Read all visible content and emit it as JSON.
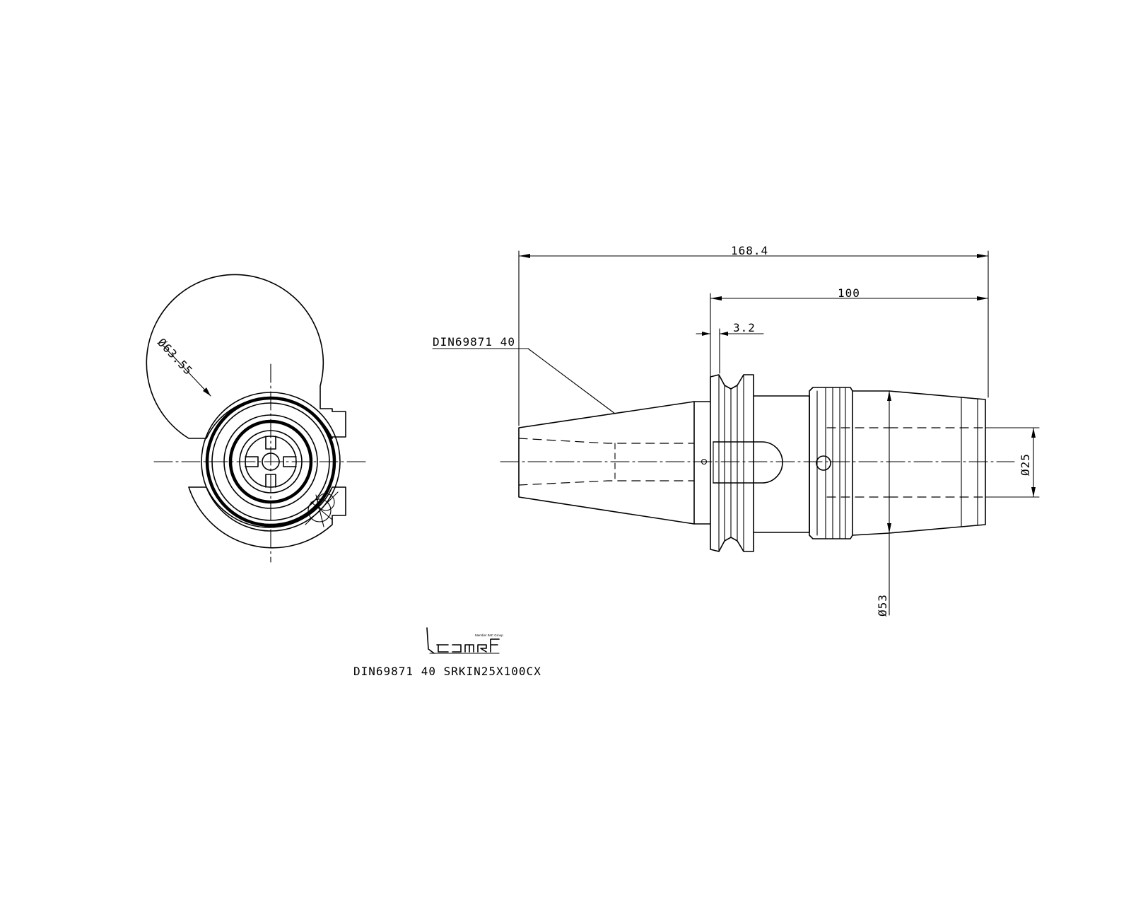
{
  "drawing": {
    "title_block": {
      "part_number": "DIN69871 40 SRKIN25X100CX",
      "logo_tagline": "Member IMC Group",
      "logo_word": "iscar"
    },
    "callouts": {
      "taper_label": "DIN69871 40"
    },
    "dimensions": {
      "overall_length": "168.4",
      "gauge_length": "100",
      "flange_offset": "3.2",
      "bore_diameter": "Ø25",
      "nose_diameter": "Ø53",
      "flange_diameter": "Ø63.55"
    }
  }
}
